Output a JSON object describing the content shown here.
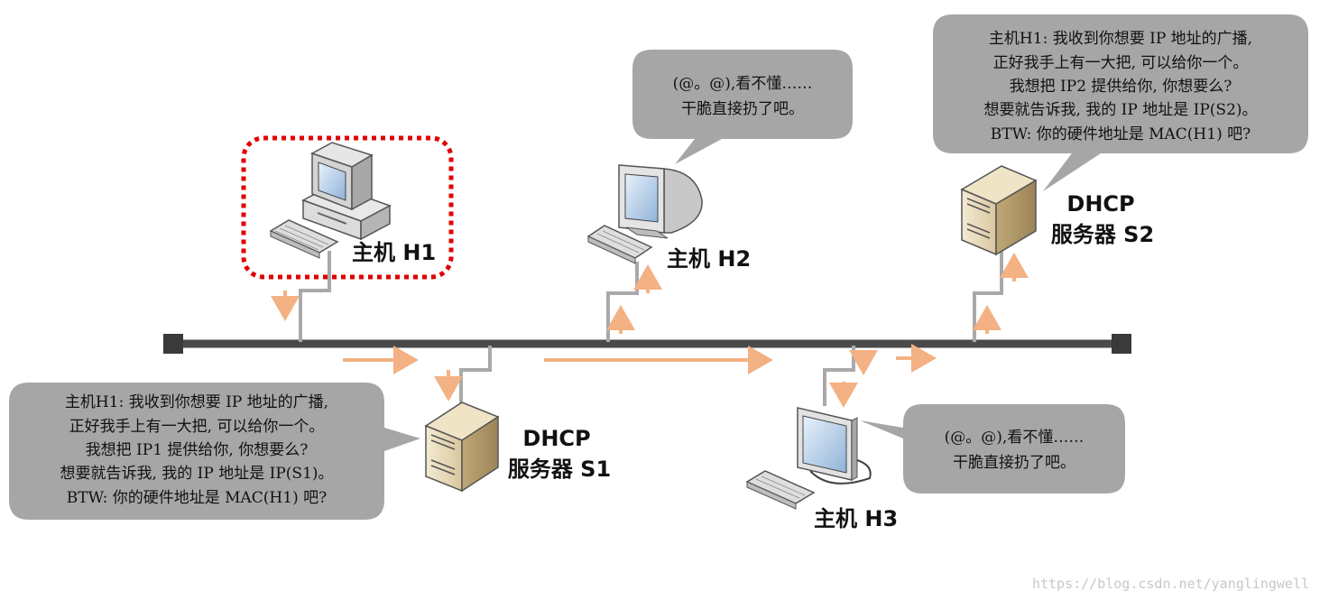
{
  "hosts": {
    "h1": {
      "label": "主机 H1"
    },
    "h2": {
      "label": "主机 H2"
    },
    "h3": {
      "label": "主机 H3"
    }
  },
  "servers": {
    "s1": {
      "label_line1": "DHCP",
      "label_line2": "服务器 S1"
    },
    "s2": {
      "label_line1": "DHCP",
      "label_line2": "服务器 S2"
    }
  },
  "bubbles": {
    "h2": {
      "lines": [
        "(@。@),看不懂……",
        "干脆直接扔了吧。"
      ]
    },
    "h3": {
      "lines": [
        "(@。@),看不懂……",
        "干脆直接扔了吧。"
      ]
    },
    "s1": {
      "lines": [
        "主机H1: 我收到你想要 IP 地址的广播,",
        "正好我手上有一大把, 可以给你一个。",
        "我想把 IP1 提供给你, 你想要么?",
        "想要就告诉我, 我的 IP 地址是 IP(S1)。",
        "BTW: 你的硬件地址是 MAC(H1) 吧?"
      ]
    },
    "s2": {
      "lines": [
        "主机H1: 我收到你想要 IP 地址的广播,",
        "正好我手上有一大把, 可以给你一个。",
        "我想把 IP2 提供给你, 你想要么?",
        "想要就告诉我, 我的 IP 地址是 IP(S2)。",
        "BTW: 你的硬件地址是 MAC(H1) 吧?"
      ]
    }
  },
  "colors": {
    "bus": "#4a4a4a",
    "link": "#a9a9a9",
    "arrow": "#f4b183",
    "bubble": "#a6a6a6",
    "highlight": "#e00000"
  },
  "watermark": "https://blog.csdn.net/yanglingwell"
}
